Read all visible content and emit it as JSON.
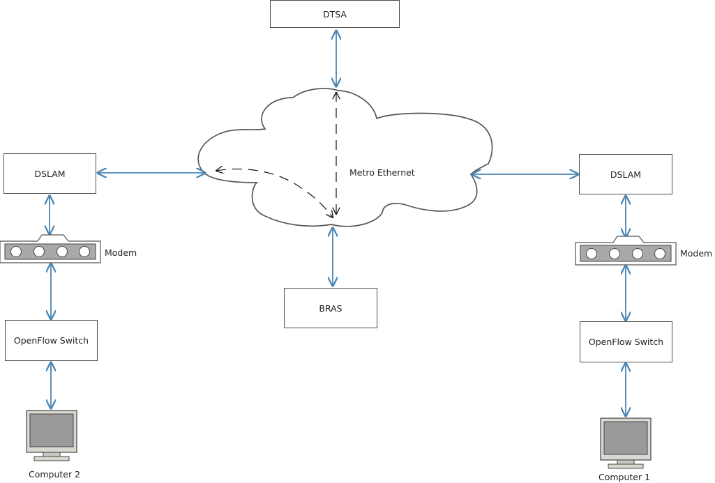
{
  "diagram": {
    "title": "",
    "nodes": {
      "dtsa": "DTSA",
      "bras": "BRAS",
      "cloud": "Metro Ethernet",
      "dslam_left": "DSLAM",
      "dslam_right": "DSLAM",
      "modem_left": "Modem",
      "modem_right": "Modem",
      "switch_left": "OpenFlow Switch",
      "switch_right": "OpenFlow Switch",
      "computer_left": "Computer 2",
      "computer_right": "Computer 1"
    },
    "colors": {
      "link": "#4a86b4",
      "border": "#4a4a4a",
      "device_gray": "#a9a9a9",
      "monitor_screen": "#9a9a9a"
    },
    "links": [
      [
        "DTSA",
        "Metro Ethernet"
      ],
      [
        "Metro Ethernet",
        "BRAS"
      ],
      [
        "DSLAM (left)",
        "Metro Ethernet"
      ],
      [
        "Metro Ethernet",
        "DSLAM (right)"
      ],
      [
        "DSLAM (left)",
        "Modem (left)"
      ],
      [
        "Modem (left)",
        "OpenFlow Switch (left)"
      ],
      [
        "OpenFlow Switch (left)",
        "Computer 2"
      ],
      [
        "DSLAM (right)",
        "Modem (right)"
      ],
      [
        "Modem (right)",
        "OpenFlow Switch (right)"
      ],
      [
        "OpenFlow Switch (right)",
        "Computer 1"
      ]
    ]
  }
}
